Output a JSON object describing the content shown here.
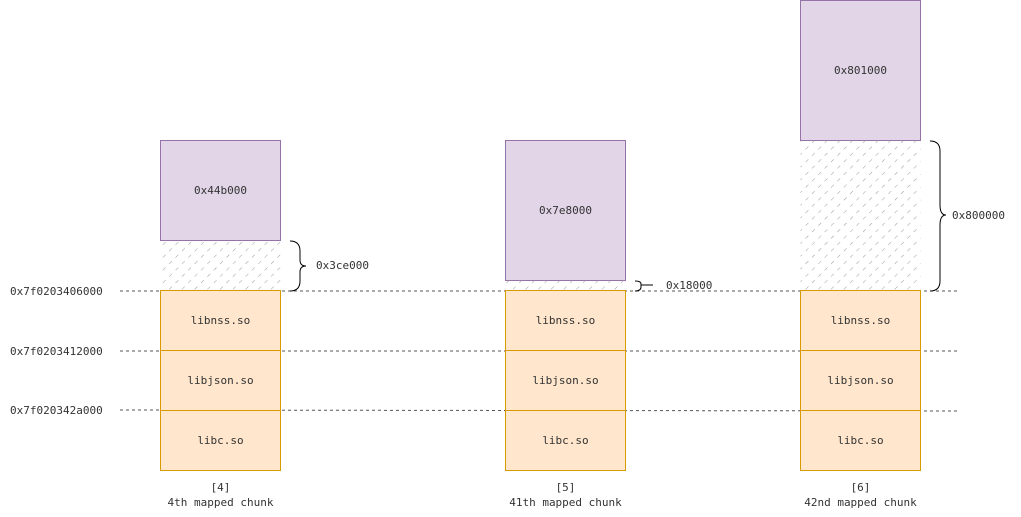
{
  "addresses": {
    "a1": "0x7f0203406000",
    "a2": "0x7f0203412000",
    "a3": "0x7f020342a000"
  },
  "columns": [
    {
      "index_label": "[4]",
      "caption": "4th mapped chunk",
      "mapped_size": "0x44b000",
      "gap_size": "0x3ce000",
      "libs": [
        "libnss.so",
        "libjson.so",
        "libc.so"
      ]
    },
    {
      "index_label": "[5]",
      "caption": "41th mapped chunk",
      "mapped_size": "0x7e8000",
      "gap_size": "0x18000",
      "libs": [
        "libnss.so",
        "libjson.so",
        "libc.so"
      ]
    },
    {
      "index_label": "[6]",
      "caption": "42nd mapped chunk",
      "mapped_size": "0x801000",
      "gap_size": "0x800000",
      "libs": [
        "libnss.so",
        "libjson.so",
        "libc.so"
      ]
    }
  ],
  "colors": {
    "mapped_fill": "#e1d5e7",
    "mapped_stroke": "#9673a6",
    "lib_fill": "#ffe6cc",
    "lib_stroke": "#d79b00",
    "hatch": "#999999",
    "dash_line": "#555555"
  }
}
